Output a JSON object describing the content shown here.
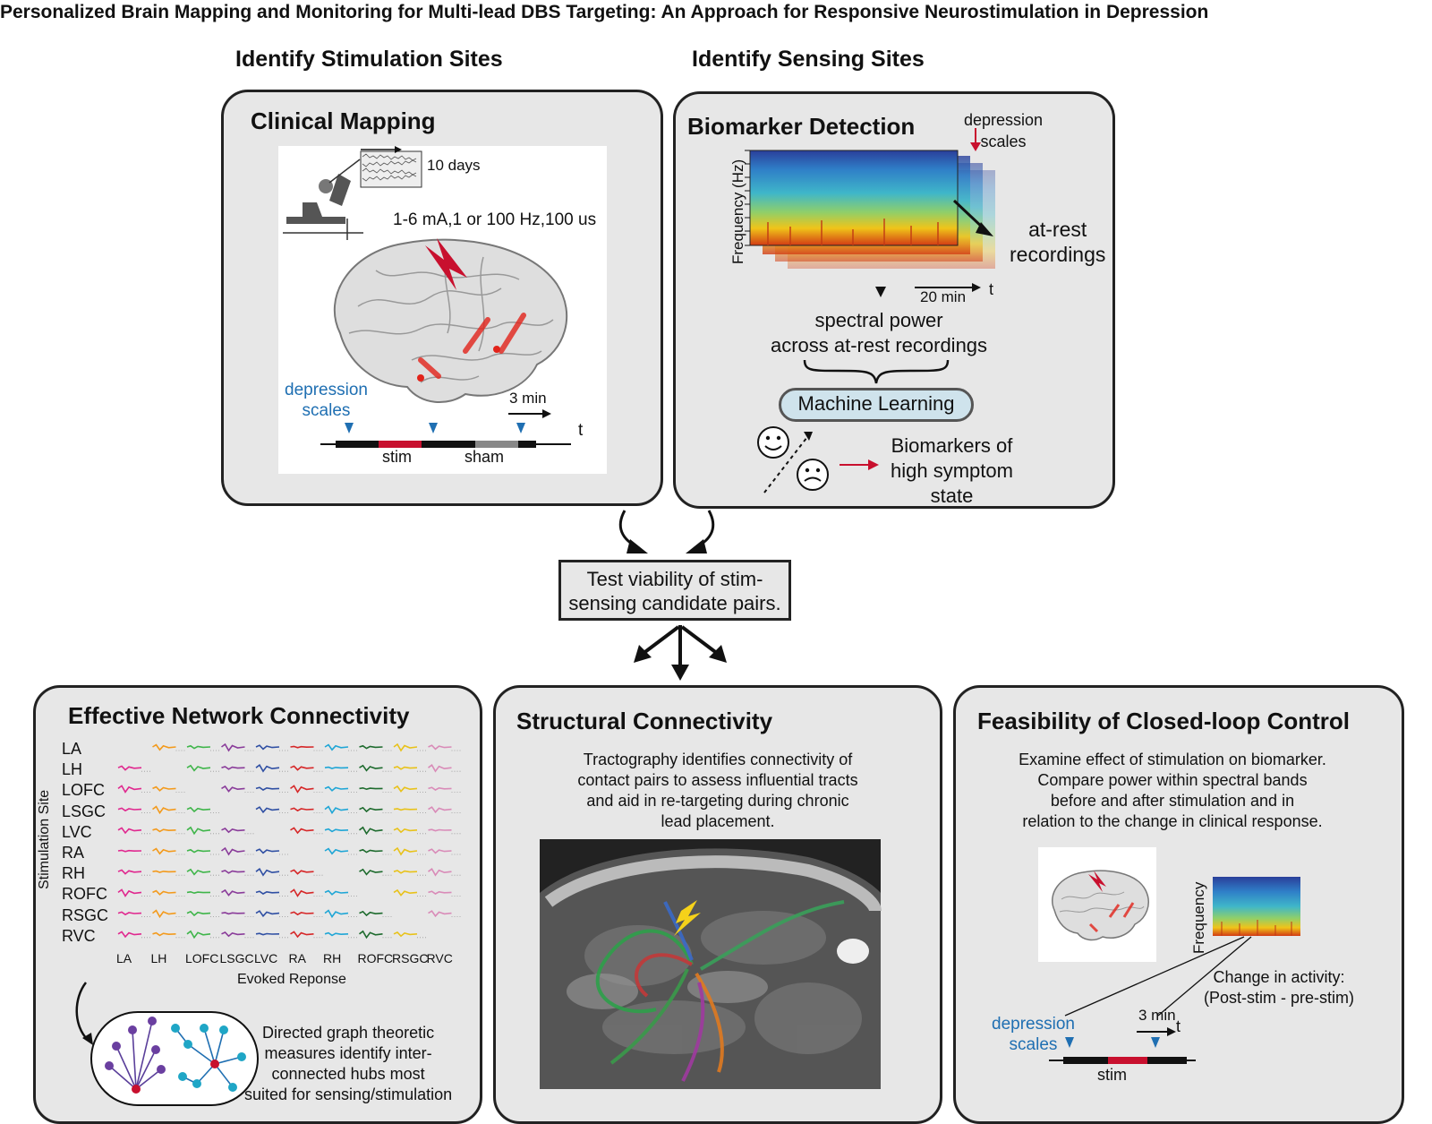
{
  "title": "Personalized Brain Mapping and Monitoring for Multi-lead DBS Targeting: An Approach for Responsive Neurostimulation in Depression",
  "sections": {
    "left": "Identify Stimulation Sites",
    "right": "Identify Sensing Sites"
  },
  "clinical_mapping": {
    "title": "Clinical Mapping",
    "duration": "10 days",
    "params": "1-6 mA,1 or 100 Hz,100 us",
    "depression_scales": "depression\nscales",
    "time_scale": "3 min",
    "t": "t",
    "stim": "stim",
    "sham": "sham"
  },
  "biomarker_detection": {
    "title": "Biomarker Detection",
    "depression_scales": "depression\nscales",
    "ylabel": "Frequency (Hz)",
    "at_rest": "at-rest\nrecordings",
    "time_scale": "20 min",
    "t": "t",
    "spectral": "spectral power\nacross at-rest recordings",
    "ml": "Machine Learning",
    "biomarkers": "Biomarkers of\nhigh symptom\nstate"
  },
  "test_box": "Test viability of stim-\nsensing candidate pairs.",
  "effective_network": {
    "title": "Effective Network Connectivity",
    "ylabel": "Stimulation Site",
    "xlabel": "Evoked Reponse",
    "rows": [
      "LA",
      "LH",
      "LOFC",
      "LSGC",
      "LVC",
      "RA",
      "RH",
      "ROFC",
      "RSGC",
      "RVC"
    ],
    "cols": [
      "LA",
      "LH",
      "LOFC",
      "LSGC",
      "LVC",
      "RA",
      "RH",
      "ROFC",
      "RSGC",
      "RVC"
    ],
    "col_colors": [
      "#e0288f",
      "#f39a1c",
      "#3fb54a",
      "#8a3c9a",
      "#2f4fa3",
      "#d62728",
      "#1fa6d6",
      "#1e6b2e",
      "#e8c21a",
      "#d98bb8"
    ],
    "graph_text": "Directed graph theoretic\nmeasures identify inter-\nconnected hubs most\nsuited for sensing/stimulation"
  },
  "structural": {
    "title": "Structural Connectivity",
    "text": "Tractography identifies connectivity of\ncontact pairs to assess influential tracts\nand aid in re-targeting during chronic\nlead placement."
  },
  "closed_loop": {
    "title": "Feasibility of Closed-loop Control",
    "text": "Examine effect of stimulation on biomarker.\nCompare power within spectral bands\nbefore and after stimulation and in\nrelation to the change in clinical response.",
    "ylabel": "Frequency",
    "change": "Change in activity:\n(Post-stim - pre-stim)",
    "depression_scales": "depression\nscales",
    "time_scale": "3 min",
    "t": "t",
    "stim": "stim"
  }
}
